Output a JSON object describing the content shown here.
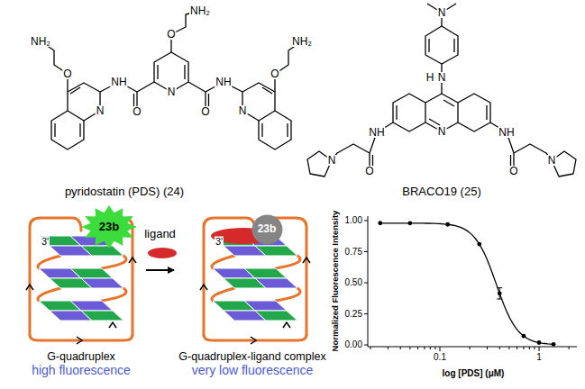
{
  "diagram": {
    "nodes": [
      {
        "text": [
          "G-quadruplex",
          "high fluorescence"
        ]
      },
      {
        "text": [
          "23b"
        ],
        "in": 0
      },
      {
        "text": [
          "G-quadruplex-ligand complex",
          "very low fluorescence"
        ]
      },
      {
        "text": [
          "23b"
        ],
        "in": 2
      }
    ],
    "edges": [
      {
        "from": 0,
        "to": 2,
        "arrow": "to",
        "label": "ligand"
      }
    ],
    "labels": [
      "NH₂",
      "O",
      "NH₂",
      "O",
      "NH₂",
      "O",
      "O",
      "NH",
      "O",
      "NH",
      "N",
      "N",
      "N",
      "pyridostatin (PDS) (24)",
      "N",
      "N",
      "H",
      "N",
      "NH",
      "O",
      "N",
      "NH",
      "O",
      "N",
      "BRACO19 (25)",
      "3'",
      "3'",
      "1.00",
      "0.75",
      "0.50",
      "0.25",
      "0.00",
      "0.1",
      "1",
      "Normalized Fluorescence Intensity",
      "log [PDS] (μM)"
    ]
  }
}
